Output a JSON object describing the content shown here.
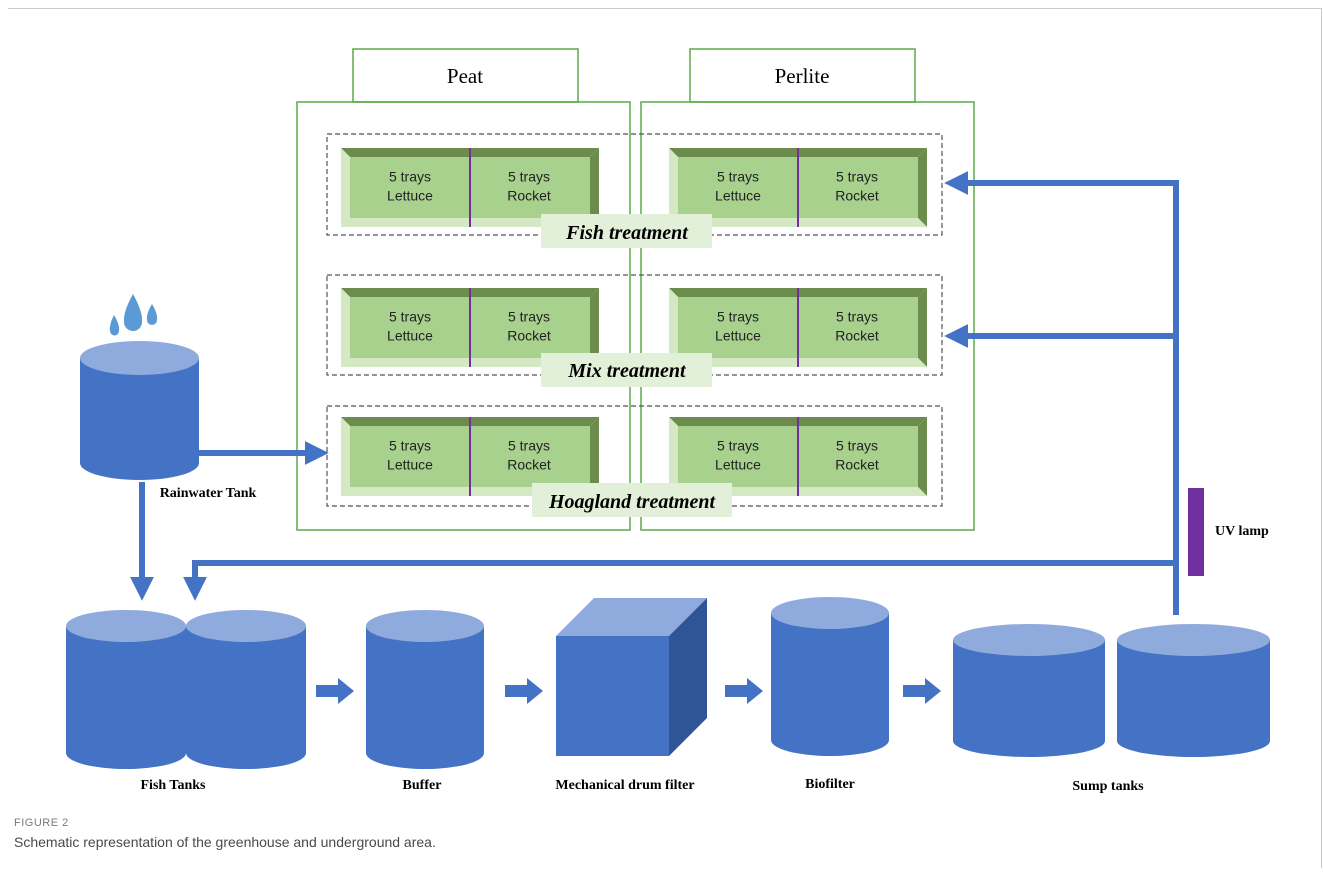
{
  "substrates": [
    "Peat",
    "Perlite"
  ],
  "treatments": [
    "Fish treatment",
    "Mix treatment",
    "Hoagland treatment"
  ],
  "tray": {
    "left_count": "5 trays",
    "left_crop": "Lettuce",
    "right_count": "5 trays",
    "right_crop": "Rocket"
  },
  "components": {
    "rainwater_tank": "Rainwater Tank",
    "fish_tanks": "Fish Tanks",
    "buffer": "Buffer",
    "drum_filter": "Mechanical drum filter",
    "biofilter": "Biofilter",
    "sump_tanks": "Sump tanks",
    "uv_lamp": "UV lamp"
  },
  "caption": {
    "label": "FIGURE 2",
    "text": "Schematic representation of the greenhouse and underground area."
  },
  "colors": {
    "pipe": "#4472c4",
    "tank_body": "#4472c4",
    "tank_top": "#8faadc",
    "drop": "#5b9bd5",
    "tray_face": "#a9d18e",
    "tray_dark": "#6b8c4c",
    "tray_light": "#d5e8c4",
    "tray_divider": "#7030a0",
    "greenhouse_border": "#5aaa46",
    "uv_lamp": "#7030a0",
    "label_bg": "#e2efd9"
  }
}
